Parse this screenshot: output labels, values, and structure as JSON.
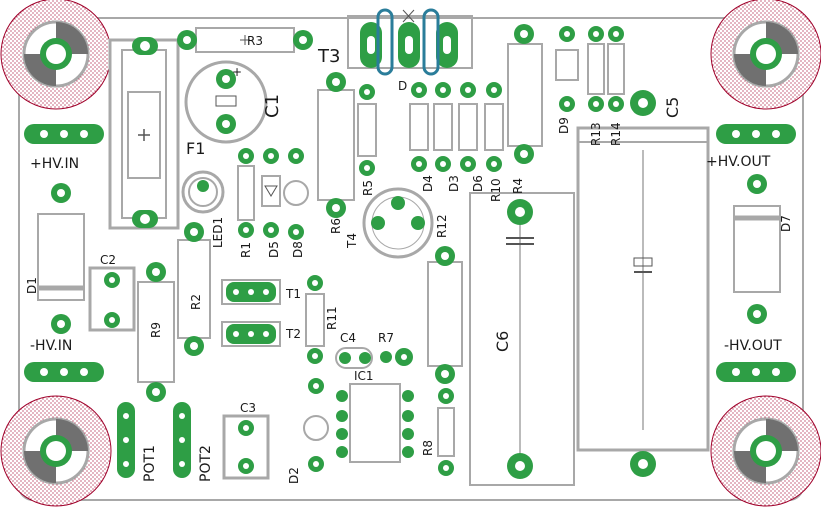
{
  "board_labels": {
    "hv_in_pos": "+HV.IN",
    "hv_in_neg": "-HV.IN",
    "hv_out_pos": "+HV.OUT",
    "hv_out_neg": "-HV.OUT"
  },
  "designators": {
    "r3": "R3",
    "t3": "T3",
    "c1": "C1",
    "f1": "F1",
    "c2": "C2",
    "c3": "C3",
    "c4": "C4",
    "c5": "C5",
    "c6": "C6",
    "d1": "D1",
    "d2": "D2",
    "d3": "D3",
    "d4": "D4",
    "d5": "D5",
    "d6": "D6",
    "d7": "D7",
    "d8": "D8",
    "d9": "D9",
    "d_top": "D",
    "r1": "R1",
    "r2": "R2",
    "r4": "R4",
    "r5": "R5",
    "r6": "R6",
    "r7": "R7",
    "r8": "R8",
    "r9": "R9",
    "r10": "R10",
    "r11": "R11",
    "r12": "R12",
    "r13": "R13",
    "r14": "R14",
    "t1": "T1",
    "t2": "T2",
    "t4": "T4",
    "ic1": "IC1",
    "led1": "LED1",
    "pot1": "POT1",
    "pot2": "POT2"
  },
  "colors": {
    "pad": "#2e9e45",
    "pad_hole": "#ffffff",
    "outline": "#a8a8a8",
    "text": "#1a1a1a",
    "mount": "#a0002a",
    "tube": "#2a7d9a"
  }
}
